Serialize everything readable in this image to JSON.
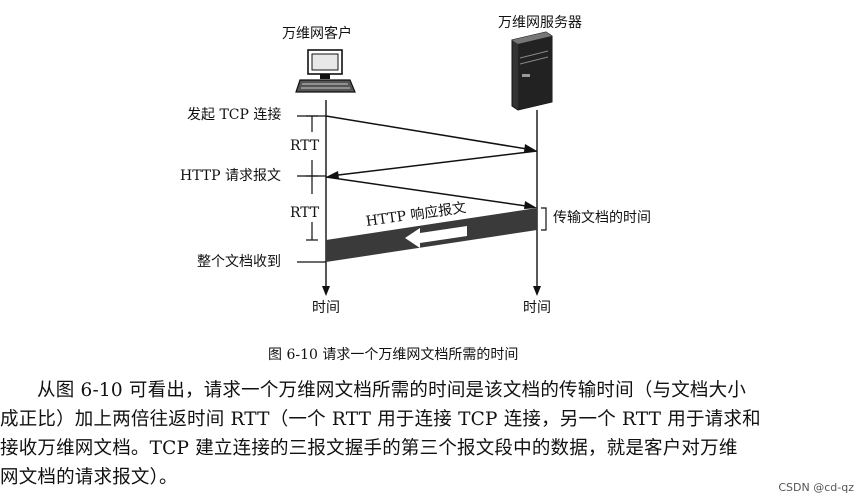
{
  "diagram": {
    "client_title": "万维网客户",
    "server_title": "万维网服务器",
    "steps": {
      "tcp_connect": "发起 TCP 连接",
      "http_request": "HTTP 请求报文",
      "doc_received": "整个文档收到"
    },
    "rtt_labels": [
      "RTT",
      "RTT"
    ],
    "http_response_label": "HTTP 响应报文",
    "transfer_time_label": "传输文档的时间",
    "time_labels": [
      "时间",
      "时间"
    ]
  },
  "caption": "图 6-10   请求一个万维网文档所需的时间",
  "paragraph": [
    "从图 6-10 可看出，请求一个万维网文档所需的时间是该文档的传输时间（与文档大小",
    "成正比）加上两倍往返时间 RTT（一个 RTT 用于连接 TCP 连接，另一个 RTT 用于请求和",
    "接收万维网文档。TCP 建立连接的三报文握手的第三个报文段中的数据，就是客户对万维",
    "网文档的请求报文）。"
  ],
  "watermark": "CSDN @cd-qz"
}
